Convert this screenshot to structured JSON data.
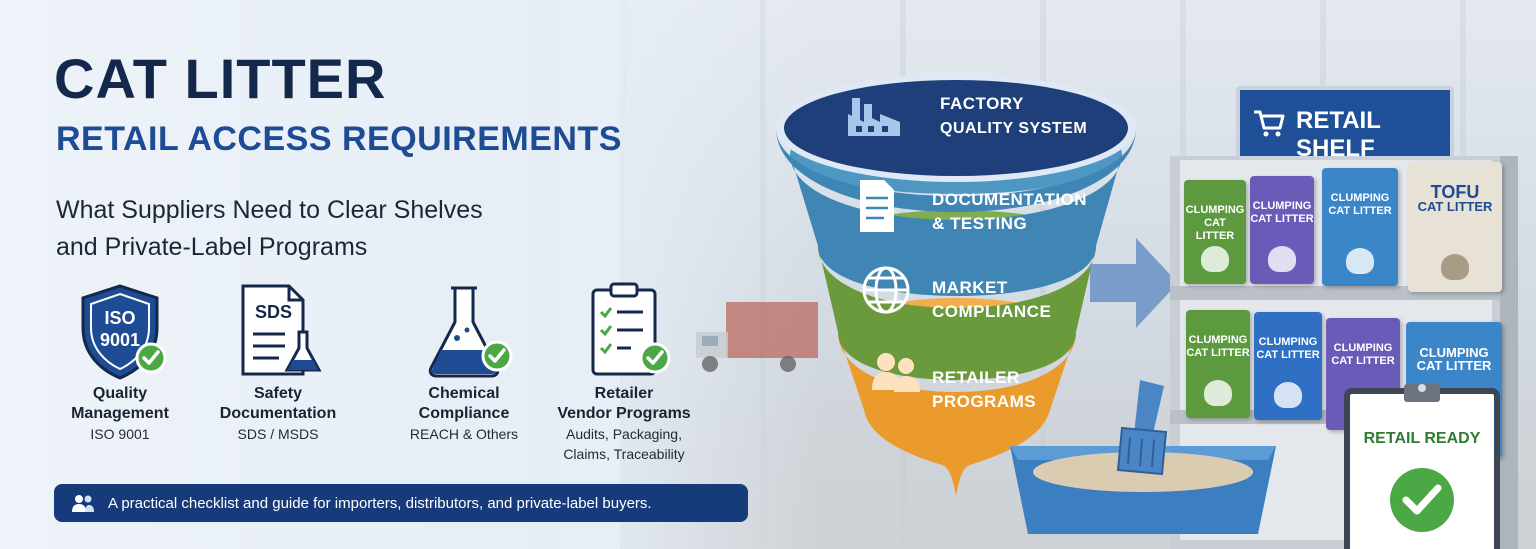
{
  "header": {
    "title": "CAT LITTER",
    "subtitle": "RETAIL ACCESS REQUIREMENTS",
    "tagline_line1": "What Suppliers Need to Clear Shelves",
    "tagline_line2": "and Private-Label Programs"
  },
  "features": [
    {
      "icon": "iso-shield-icon",
      "badge_line1": "ISO",
      "badge_line2": "9001",
      "title_line1": "Quality",
      "title_line2": "Management",
      "sub_line1": "ISO 9001",
      "sub_line2": ""
    },
    {
      "icon": "sds-document-icon",
      "badge_line1": "SDS",
      "title_line1": "Safety",
      "title_line2": "Documentation",
      "sub_line1": "SDS / MSDS",
      "sub_line2": ""
    },
    {
      "icon": "flask-icon",
      "title_line1": "Chemical",
      "title_line2": "Compliance",
      "sub_line1": "REACH & Others",
      "sub_line2": ""
    },
    {
      "icon": "checklist-icon",
      "title_line1": "Retailer",
      "title_line2": "Vendor Programs",
      "sub_line1": "Audits, Packaging,",
      "sub_line2": "Claims, Traceability"
    }
  ],
  "footer": {
    "text": "A practical checklist and guide for importers, distributors, and private-label buyers."
  },
  "funnel": [
    {
      "line1": "FACTORY",
      "line2": "QUALITY SYSTEM",
      "color": "#1e3f7a",
      "icon": "factory-icon"
    },
    {
      "line1": "DOCUMENTATION",
      "line2": "& TESTING",
      "color": "#3f86b4",
      "icon": "document-icon"
    },
    {
      "line1": "MARKET",
      "line2": "COMPLIANCE",
      "color": "#6b9a3d",
      "icon": "globe-icon"
    },
    {
      "line1": "RETAILER",
      "line2": "PROGRAMS",
      "color": "#eb9a2c",
      "icon": "people-icon"
    }
  ],
  "shelf": {
    "sign": "RETAIL SHELF",
    "bags_top": [
      {
        "line1": "CLUMPING",
        "line2": "CAT LITTER",
        "color": "#5d9a3f"
      },
      {
        "line1": "CLUMPING",
        "line2": "CAT LITTER",
        "color": "#6b5bb8"
      },
      {
        "line1": "CLUMPING",
        "line2": "CAT LITTER",
        "color": "#3a86c9"
      },
      {
        "line1": "TOFU",
        "line2": "CAT LITTER",
        "color": "#e8e2d6"
      }
    ],
    "bags_bottom": [
      {
        "line1": "CLUMPING",
        "line2": "CAT LITTER",
        "color": "#5d9a3f"
      },
      {
        "line1": "CLUMPING",
        "line2": "CAT LITTER",
        "color": "#2f6fc4"
      },
      {
        "line1": "CLUMPING",
        "line2": "CAT LITTER",
        "color": "#6b5bb8"
      },
      {
        "line1": "CLUMPING",
        "line2": "CAT LITTER",
        "color": "#3a86c9"
      }
    ],
    "ready_label": "RETAIL READY"
  },
  "colors": {
    "navy": "#14284b",
    "blue": "#1d4b94",
    "check_green": "#4aa845"
  }
}
